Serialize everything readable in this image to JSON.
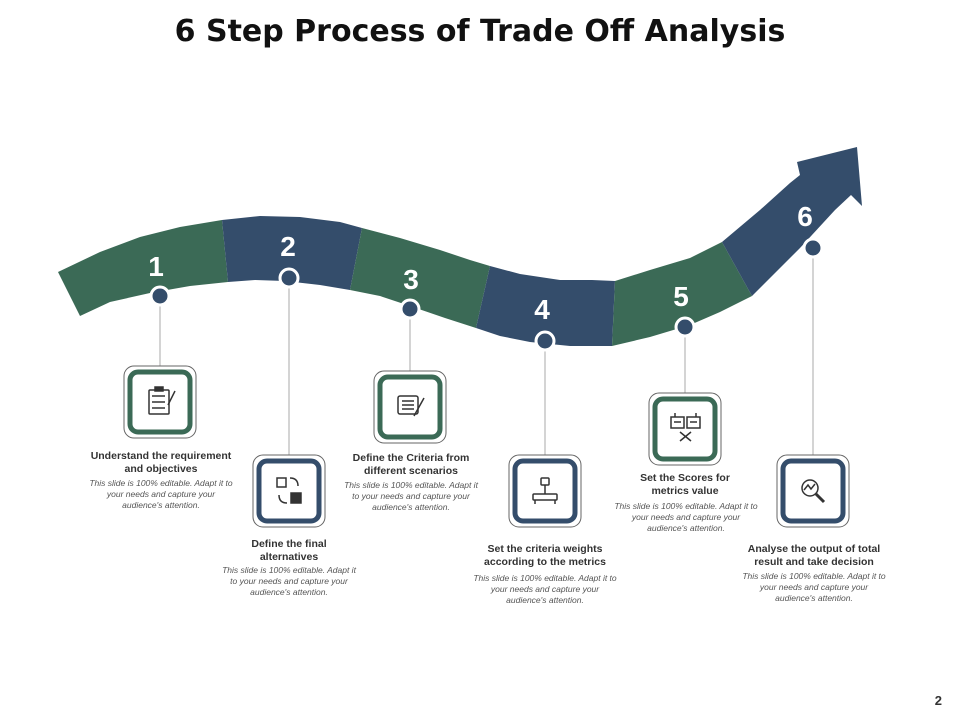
{
  "title": "6 Step Process of Trade Off Analysis",
  "page_number": "2",
  "colors": {
    "green": "#3b6a56",
    "navy": "#344d6b",
    "connector": "#aaaaaa"
  },
  "steps": [
    {
      "number": "1",
      "title": "Understand the requirement and objectives",
      "desc": "This slide is 100% editable. Adapt it to your needs and capture your audience's attention.",
      "icon": "clipboard-checklist-icon"
    },
    {
      "number": "2",
      "title": "Define the final alternatives",
      "desc": "This slide is 100% editable. Adapt it to your needs and capture your audience's attention.",
      "icon": "shapes-swap-icon"
    },
    {
      "number": "3",
      "title": "Define the Criteria from different scenarios",
      "desc": "This slide is 100% editable. Adapt it to your needs and capture your audience's attention.",
      "icon": "scroll-quill-icon"
    },
    {
      "number": "4",
      "title": "Set the criteria weights according to the metrics",
      "desc": "This slide is 100% editable. Adapt it to your needs and capture your audience's attention.",
      "icon": "weighing-scale-icon"
    },
    {
      "number": "5",
      "title": "Set the Scores for metrics value",
      "desc": "This slide is 100% editable. Adapt it to your needs and capture your audience's attention.",
      "icon": "scoreboard-icon"
    },
    {
      "number": "6",
      "title": "Analyse the output of total result and take decision",
      "desc": "This slide is 100% editable. Adapt it to your needs and capture your audience's attention.",
      "icon": "magnifier-chart-icon"
    }
  ]
}
